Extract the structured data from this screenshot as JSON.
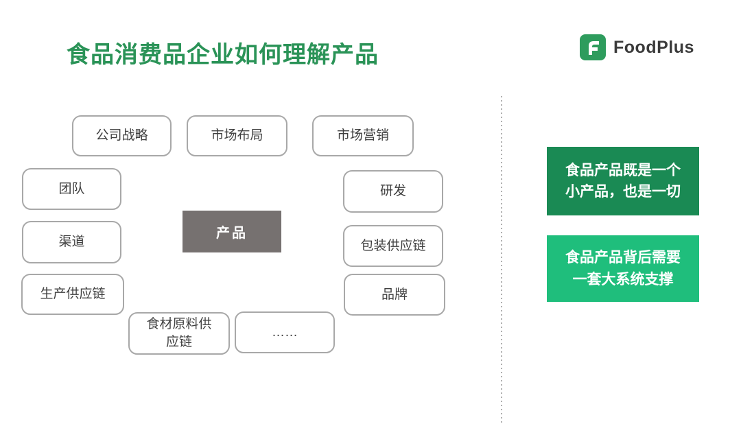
{
  "slide": {
    "title": "食品消费品企业如何理解产品",
    "brand": {
      "name": "FoodPlus",
      "icon": "foodplus-f-icon"
    },
    "colors": {
      "title_green": "#2A9357",
      "logo_green": "#2E9C5D",
      "card_dark_green": "#1A8A54",
      "card_light_green": "#1FBE7C",
      "center_box_gray": "#767170",
      "node_border_gray": "#A8A8A8",
      "node_text_gray": "#3F3F3F",
      "divider_gray": "#AFAFAF"
    },
    "diagram": {
      "center": {
        "label": "产品"
      },
      "nodes": [
        {
          "label": "公司战略"
        },
        {
          "label": "市场布局"
        },
        {
          "label": "市场营销"
        },
        {
          "label": "团队"
        },
        {
          "label": "研发"
        },
        {
          "label": "渠道"
        },
        {
          "label": "包装供应链"
        },
        {
          "label": "生产供应链"
        },
        {
          "label": "品牌"
        },
        {
          "label": "食材原料供\n应链"
        },
        {
          "label": "……"
        }
      ]
    },
    "callouts": [
      {
        "text": "食品产品既是一个\n小产品，也是一切"
      },
      {
        "text": "食品产品背后需要\n一套大系统支撑"
      }
    ]
  }
}
